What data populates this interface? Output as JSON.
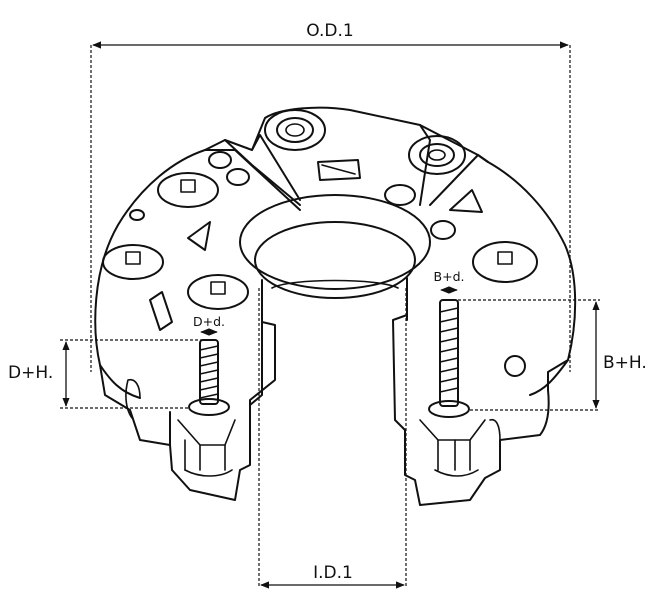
{
  "labels": {
    "outer_diameter": "O.D.1",
    "inner_diameter": "I.D.1",
    "left_height": "D+H.",
    "left_diameter": "D+d.",
    "right_height": "B+H.",
    "right_diameter": "B+d."
  },
  "colors": {
    "line": "#111111",
    "background": "#ffffff"
  }
}
